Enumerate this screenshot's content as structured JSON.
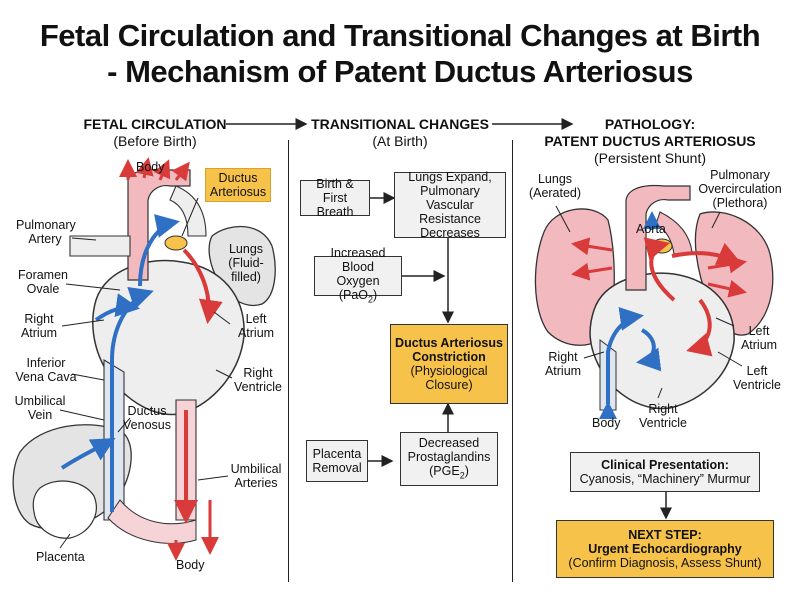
{
  "title": {
    "line1": "Fetal Circulation and Transitional Changes at Birth",
    "line2": "- Mechanism of Patent Ductus Arteriosus"
  },
  "columns": {
    "fetal": {
      "heading": "FETAL CIRCULATION",
      "sub": "(Before Birth)"
    },
    "transition": {
      "heading": "TRANSITIONAL CHANGES",
      "sub": "(At Birth)"
    },
    "pathology": {
      "heading1": "PATHOLOGY:",
      "heading2": "PATENT DUCTUS ARTERIOSUS",
      "sub": "(Persistent Shunt)"
    }
  },
  "fetal_labels": {
    "body_top": "Body",
    "ductus_arteriosus": "Ductus Arteriosus",
    "pulmonary_artery": "Pulmonary Artery",
    "lungs": "Lungs (Fluid-filled)",
    "foramen_ovale": "Foramen Ovale",
    "right_atrium": "Right Atrium",
    "left_atrium": "Left Atrium",
    "inferior_vena_cava": "Inferior Vena Cava",
    "right_ventricle": "Right Ventricle",
    "umbilical_vein": "Umbilical Vein",
    "ductus_venosus": "Ductus Venosus",
    "umbilical_arteries": "Umbilical Arteries",
    "placenta": "Placenta",
    "body_bottom": "Body"
  },
  "transition_boxes": {
    "birth": "Birth & First Breath",
    "lungs_expand": "Lungs Expand, Pulmonary Vascular Resistance Decreases",
    "oxygen": "Increased Blood Oxygen (PaO",
    "oxygen_sub": "2",
    "oxygen_end": ")",
    "constriction_title": "Ductus Arteriosus Constriction",
    "constriction_sub": "(Physiological Closure)",
    "placenta_removal": "Placenta Removal",
    "prostaglandins": "Decreased Prostaglandins (PGE",
    "prostaglandins_sub": "2",
    "prostaglandins_end": ")"
  },
  "pathology_labels": {
    "lungs_aerated": "Lungs (Aerated)",
    "overcirculation": "Pulmonary Overcirculation (Plethora)",
    "aorta": "Aorta",
    "left_atrium": "Left Atrium",
    "right_atrium": "Right Atrium",
    "left_ventricle": "Left Ventricle",
    "right_ventricle": "Right Ventricle",
    "body": "Body"
  },
  "clinical": {
    "title": "Clinical Presentation:",
    "text": "Cyanosis, “Machinery” Murmur"
  },
  "next_step": {
    "line1": "NEXT STEP:",
    "line2": "Urgent Echocardiography",
    "line3": "(Confirm Diagnosis, Assess Shunt)"
  },
  "colors": {
    "oxygenated": "#d93a3a",
    "deoxygenated": "#2f6fc4",
    "highlight": "#f7c24a",
    "lung_pink": "#f2b9bf",
    "organ_gray": "#e4e4e4"
  }
}
